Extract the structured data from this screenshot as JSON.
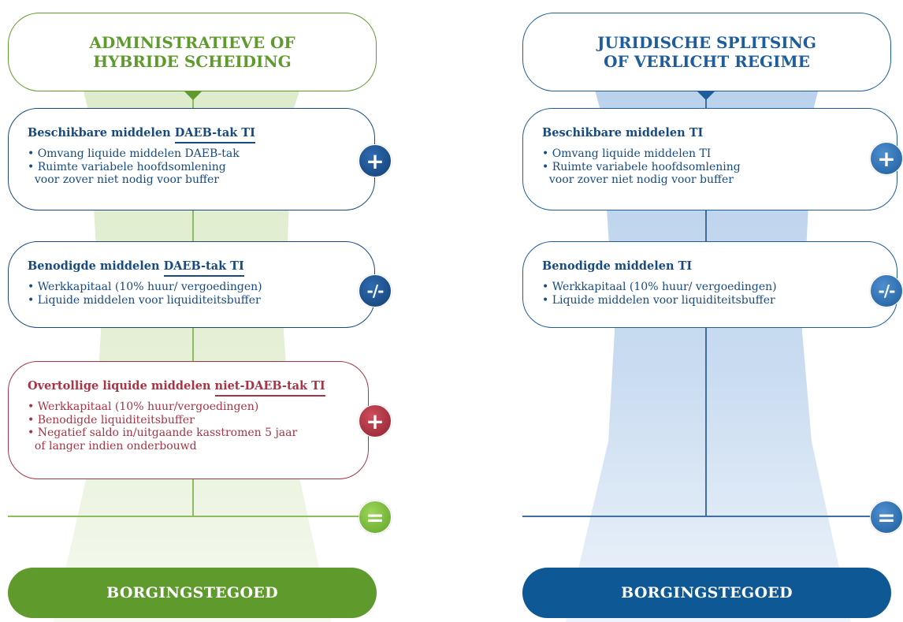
{
  "colors": {
    "green": "#5f9a2c",
    "green_light": "#d9e8c6",
    "navy": "#174a7e",
    "blue": "#1d5d9b",
    "blue_light": "#bcd3ea",
    "red": "#a63444",
    "eq_green": "#7ec13b",
    "sign_blue": "#1b4f8a"
  },
  "left": {
    "title_line1": "ADMINISTRATIEVE OF",
    "title_line2": "HYBRIDE SCHEIDING",
    "available": {
      "heading_prefix": "Beschikbare middelen ",
      "heading_underlined": "DAEB-tak TI",
      "items": [
        "• Omvang liquide middelen DAEB-tak",
        "• Ruimte variabele hoofdsomlening",
        "  voor zover niet nodig voor buffer"
      ]
    },
    "required": {
      "heading_prefix": "Benodigde middelen ",
      "heading_underlined": "DAEB-tak TI",
      "items": [
        "• Werkkapitaal (10% huur/ vergoedingen)",
        "• Liquide middelen voor liquiditeitsbuffer"
      ]
    },
    "surplus": {
      "heading_prefix": "Overtollige liquide middelen ",
      "heading_underlined": "niet-DAEB-tak TI",
      "items": [
        "• Werkkapitaal (10% huur/vergoedingen)",
        "• Benodigde liquiditeitsbuffer",
        "• Negatief saldo in/uitgaande kasstromen 5 jaar",
        "  of langer indien onderbouwd"
      ]
    },
    "signs": {
      "plus1": "+",
      "minus": "-/-",
      "plus2": "+",
      "equals": "="
    },
    "result": "BORGINGSTEGOED"
  },
  "right": {
    "title_line1": "JURIDISCHE SPLITSING",
    "title_line2": "OF VERLICHT REGIME",
    "available": {
      "heading": "Beschikbare middelen TI",
      "items": [
        "• Omvang liquide middelen TI",
        "• Ruimte variabele hoofdsomlening",
        "  voor zover niet nodig voor buffer"
      ]
    },
    "required": {
      "heading": "Benodigde middelen TI",
      "items": [
        "• Werkkapitaal (10% huur/ vergoedingen)",
        "• Liquide middelen voor liquiditeitsbuffer"
      ]
    },
    "signs": {
      "plus": "+",
      "minus": "-/-",
      "equals": "="
    },
    "result": "BORGINGSTEGOED"
  }
}
